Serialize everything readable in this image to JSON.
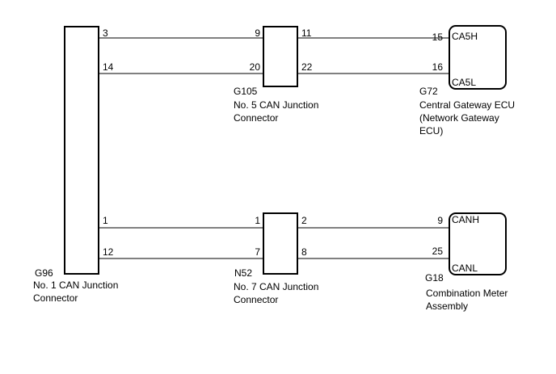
{
  "connectors": {
    "g96": {
      "code": "G96",
      "name_line1": "No. 1 CAN Junction",
      "name_line2": "Connector",
      "pins": {
        "p3": "3",
        "p14": "14",
        "p1": "1",
        "p12": "12"
      }
    },
    "g105": {
      "code": "G105",
      "name_line1": "No. 5 CAN Junction",
      "name_line2": "Connector",
      "pins": {
        "p9": "9",
        "p20": "20",
        "p11": "11",
        "p22": "22"
      }
    },
    "n52": {
      "code": "N52",
      "name_line1": "No. 7 CAN Junction",
      "name_line2": "Connector",
      "pins": {
        "p1": "1",
        "p7": "7",
        "p2": "2",
        "p8": "8"
      }
    },
    "g72": {
      "code": "G72",
      "name_line1": "Central Gateway ECU",
      "name_line2": "(Network Gateway",
      "name_line3": "ECU)",
      "pins": {
        "p15": "15",
        "p16": "16"
      },
      "sig_high": "CA5H",
      "sig_low": "CA5L"
    },
    "g18": {
      "code": "G18",
      "name_line1": "Combination Meter",
      "name_line2": "Assembly",
      "pins": {
        "p9": "9",
        "p25": "25"
      },
      "sig_high": "CANH",
      "sig_low": "CANL"
    }
  }
}
